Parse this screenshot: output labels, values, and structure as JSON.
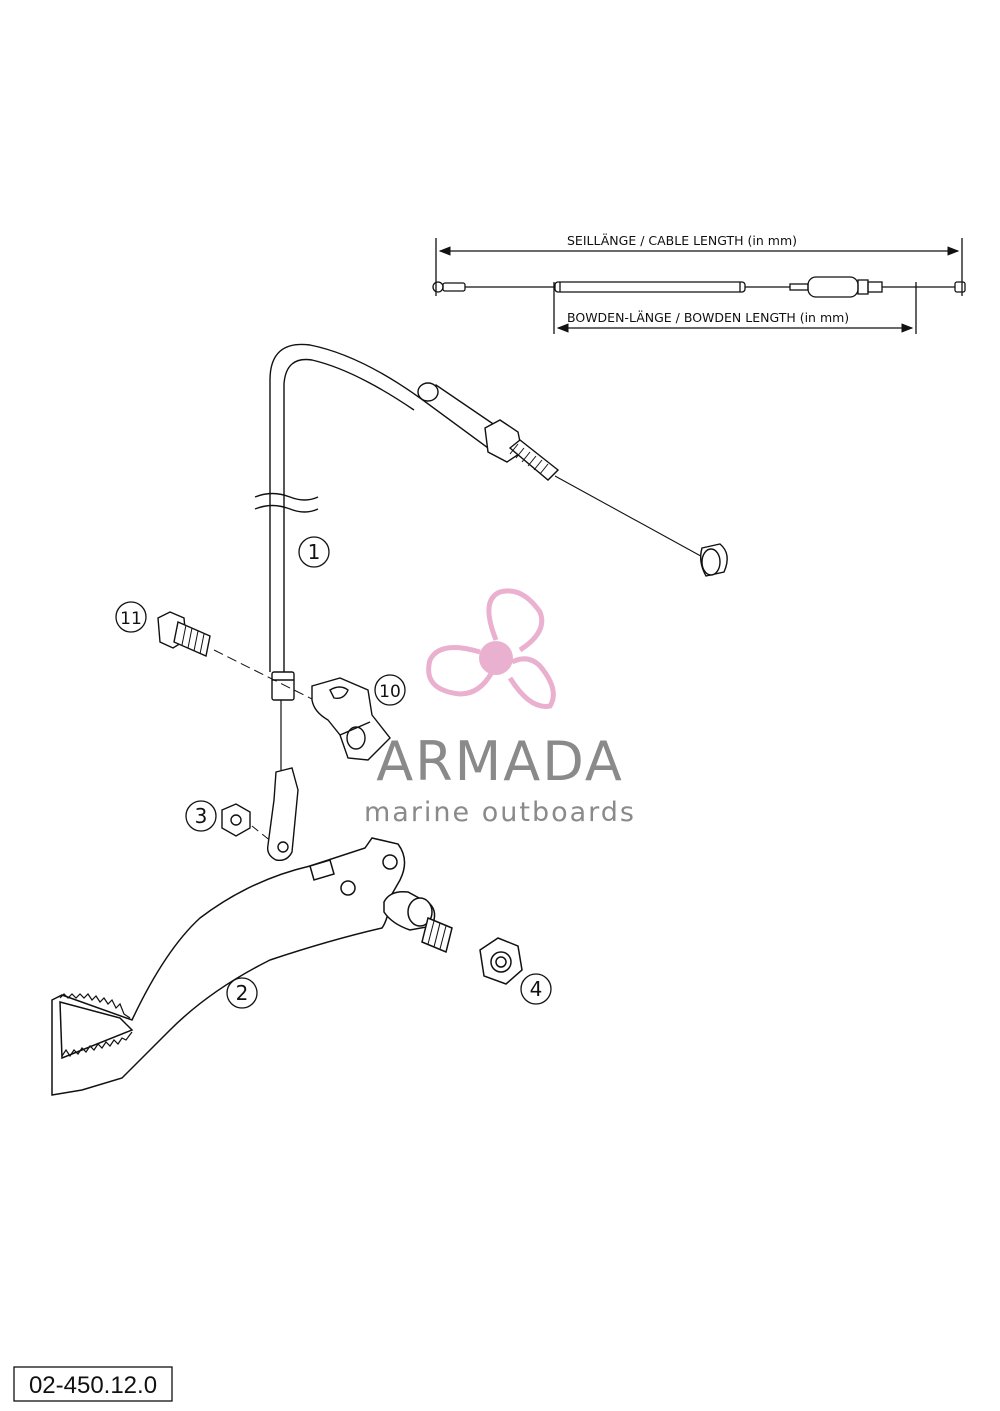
{
  "dimensions": {
    "cable_length_label": "SEILLÄNGE / CABLE LENGTH   (in mm)",
    "bowden_length_label": "BOWDEN-LÄNGE / BOWDEN LENGTH   (in mm)"
  },
  "callouts": [
    {
      "id": "1",
      "part": "cable"
    },
    {
      "id": "2",
      "part": "brake-pedal"
    },
    {
      "id": "3",
      "part": "nut-small"
    },
    {
      "id": "4",
      "part": "nut-large"
    },
    {
      "id": "10",
      "part": "bracket"
    },
    {
      "id": "11",
      "part": "bolt"
    }
  ],
  "watermark": {
    "name": "ARMADA",
    "tagline": "marine outboards",
    "logo_color": "#e8a8cc",
    "text_color": "#8a8a8a"
  },
  "part_number": "02-450.12.0"
}
